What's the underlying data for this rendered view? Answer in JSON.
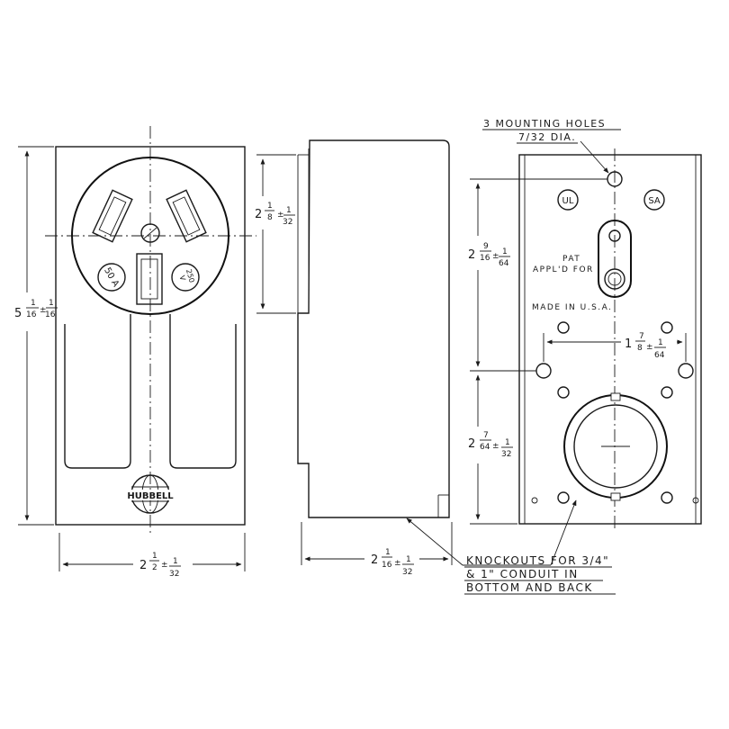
{
  "front_view": {
    "seal_text": "HUBBELL",
    "rating_amps": "50 A",
    "rating_volts_top": "250",
    "rating_volts_bottom": "V",
    "height_whole": "5",
    "height_frac_num": "1",
    "height_frac_den": "16",
    "height_tol_num": "1",
    "height_tol_den": "16",
    "width_whole": "2",
    "width_frac_num": "1",
    "width_frac_den": "2",
    "width_tol_num": "1",
    "width_tol_den": "32"
  },
  "side_view": {
    "face_whole": "2",
    "face_frac_num": "1",
    "face_frac_den": "8",
    "face_tol_num": "1",
    "face_tol_den": "32",
    "depth_whole": "2",
    "depth_frac_num": "1",
    "depth_frac_den": "16",
    "depth_tol_num": "1",
    "depth_tol_den": "32"
  },
  "back_view": {
    "mounting_holes_line1": "3 MOUNTING HOLES",
    "mounting_holes_line2": "7/32 DIA.",
    "ul_mark": "UL",
    "csa_mark": "SA",
    "patent_line1": "PAT",
    "patent_line2": "APPL'D FOR",
    "made_in": "MADE IN U.S.A.",
    "upper_whole": "2",
    "upper_frac_num": "9",
    "upper_frac_den": "16",
    "upper_tol_num": "1",
    "upper_tol_den": "64",
    "span_whole": "1",
    "span_frac_num": "7",
    "span_frac_den": "8",
    "span_tol_num": "1",
    "span_tol_den": "64",
    "lower_whole": "2",
    "lower_frac_num": "7",
    "lower_frac_den": "64",
    "lower_tol_num": "1",
    "lower_tol_den": "32"
  },
  "knockouts_note": {
    "line1": "KNOCKOUTS FOR 3/4\"",
    "line2": "& 1\" CONDUIT IN",
    "line3": "BOTTOM AND BACK"
  }
}
